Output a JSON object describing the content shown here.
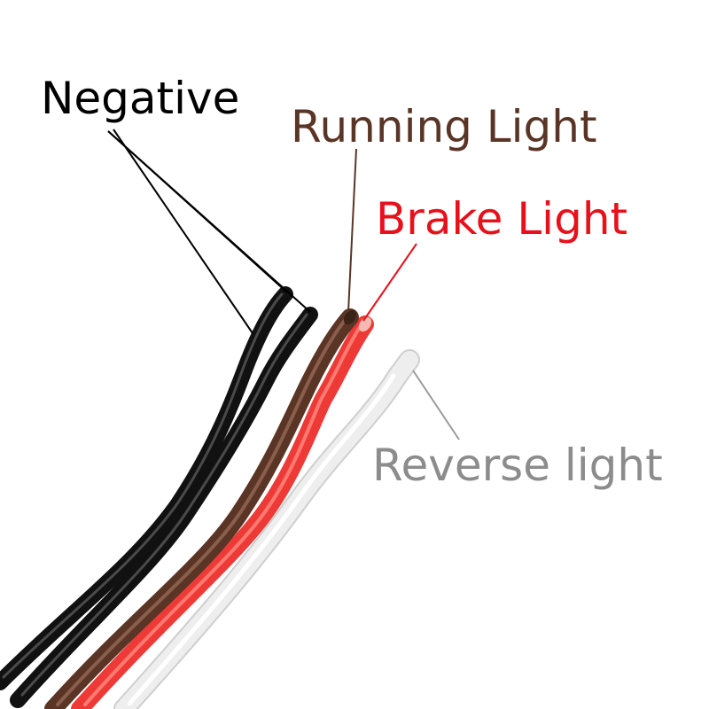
{
  "labels": {
    "negative": "Negative",
    "running_light": "Running Light",
    "brake_light": "Brake Light",
    "reverse_light": "Reverse light"
  },
  "colors": {
    "negative_text": "#000000",
    "running_text": "#5a3526",
    "brake_text": "#e8101a",
    "reverse_text": "#8c8c8c",
    "wire_black": "#111111",
    "wire_brown": "#5a3526",
    "wire_red": "#ee3a37",
    "wire_white": "#eeeeee",
    "leader_negative": "#000000",
    "leader_running": "#5a3526",
    "leader_brake": "#e8101a",
    "leader_reverse": "#9a9a9a"
  }
}
